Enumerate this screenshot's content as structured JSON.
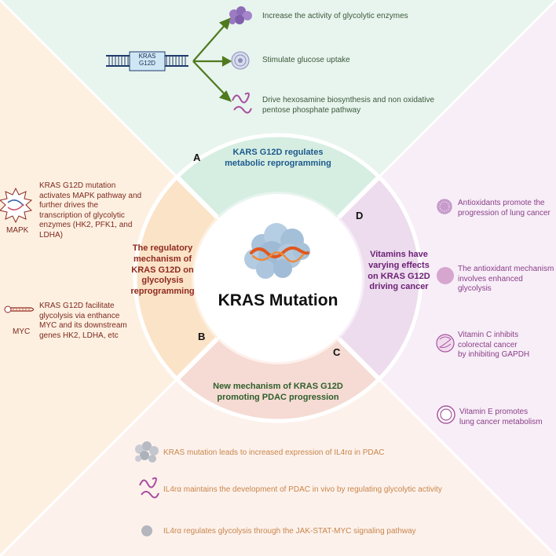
{
  "center": {
    "title": "KRAS Mutation"
  },
  "gene": {
    "label_line1": "KRAS",
    "label_line2": "G12D"
  },
  "sections": {
    "A": {
      "letter": "A",
      "title_line1": "KARS G12D regulates",
      "title_line2": "metabolic reprogramming",
      "items": [
        {
          "text": "Increase the activity of glycolytic enzymes",
          "icon": "enzyme-cluster-icon"
        },
        {
          "text": "Stimulate glucose uptake",
          "icon": "glucose-sphere-icon"
        },
        {
          "text_line1": "Drive hexosamine biosynthesis and non oxidative",
          "text_line2": "pentose phosphate pathway",
          "icon": "protein-coil-icon"
        }
      ]
    },
    "B": {
      "letter": "B",
      "title_lines": [
        "The regulatory",
        "mechanism of",
        "KRAS G12D on",
        "glycolysis",
        "reprogramming"
      ],
      "items": [
        {
          "label": "MAPK",
          "lines": [
            "KRAS G12D mutation",
            "activates MAPK pathway  and",
            "further drives  the",
            "transcription of glycolytic",
            "enzymes (HK2, PFK1, and",
            "LDHA)"
          ],
          "icon": "mapk-burst-icon"
        },
        {
          "label": "MYC",
          "lines": [
            "KRAS G12D facilitate",
            "glycolysis via enthance",
            "MYC and its downstream",
            "genes HK2, LDHA, etc"
          ],
          "icon": "myc-hairpin-icon"
        }
      ]
    },
    "C": {
      "letter": "C",
      "title_line1": "New mechanism of KRAS G12D",
      "title_line2": "promoting PDAC progression",
      "items": [
        {
          "text": "KRAS mutation leads to increased expression of IL4rα in PDAC",
          "icon": "protein-cluster-icon"
        },
        {
          "text": "IL4rα maintains the development of PDAC in vivo by regulating glycolytic activity",
          "icon": "protein-coil-icon"
        },
        {
          "text": "IL4rα regulates glycolysis through the JAK-STAT-MYC signaling pathway",
          "icon": "grey-sphere-icon"
        }
      ]
    },
    "D": {
      "letter": "D",
      "title_lines": [
        "Vitamins have",
        "varying effects",
        "on KRAS G12D",
        "driving cancer"
      ],
      "items": [
        {
          "lines": [
            "Antioxidants promote the",
            "progression of lung cancer"
          ],
          "icon": "textured-sphere-icon"
        },
        {
          "lines": [
            "The antioxidant mechanism",
            "involves enhanced",
            "glycolysis"
          ],
          "icon": "pink-sphere-icon"
        },
        {
          "lines": [
            "Vitamin C inhibits",
            "colorectal cancer",
            "by inhibiting GAPDH"
          ],
          "icon": "nucleus-sphere-icon"
        },
        {
          "lines": [
            "Vitamin E promotes",
            "lung cancer metabolism"
          ],
          "icon": "ring-icon"
        }
      ]
    }
  },
  "colors": {
    "section_a_bg": "#e6f4ee",
    "section_b_bg": "#fdeedd",
    "section_c_bg": "#fbe8e4",
    "section_d_bg": "#f6e9f6",
    "ring_a": "#d8efe4",
    "ring_b": "#fbe2c6",
    "ring_c": "#f6d9d2",
    "ring_d": "#efdcef",
    "arrow": "#4f7a1f"
  }
}
